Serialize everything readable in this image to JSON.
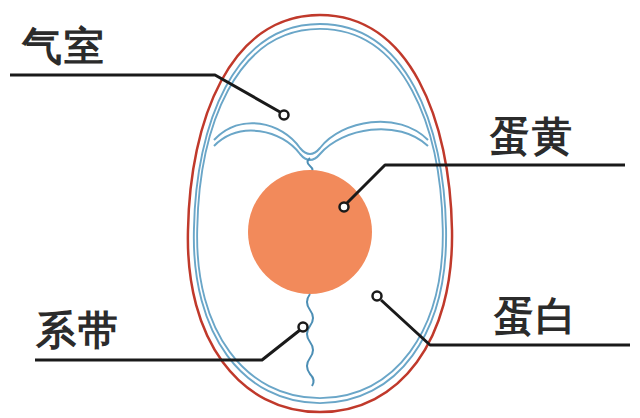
{
  "diagram": {
    "labels": [
      "气室",
      "蛋黄",
      "系带",
      "蛋白"
    ]
  }
}
